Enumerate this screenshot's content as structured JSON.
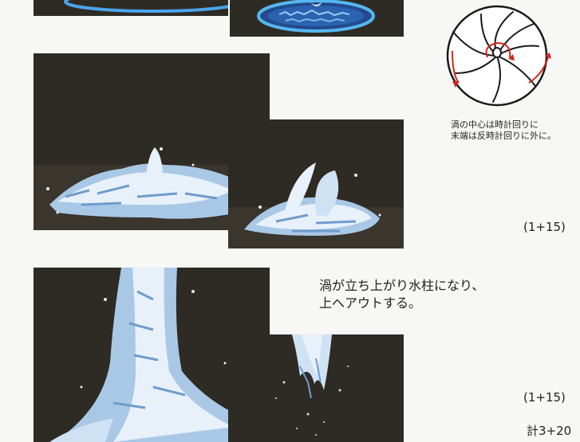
{
  "diagram_note": {
    "line1": "渦の中心は時計回りに",
    "line2": "末端は反時計回りに外に。"
  },
  "frames_note": {
    "line1": "渦が立ち上がり水柱になり、",
    "line2": "上へアウトする。"
  },
  "counts": {
    "first": "(1+15)",
    "second": "(1+15)",
    "total": "計3+20"
  },
  "colors": {
    "frame_bg": "#2e2a24",
    "water_light": "#e8f1fa",
    "water_mid": "#a9c8e6",
    "water_dark": "#6f9ccc",
    "ring_blue": "#3a8fd8",
    "arrow_red": "#d9241c"
  }
}
